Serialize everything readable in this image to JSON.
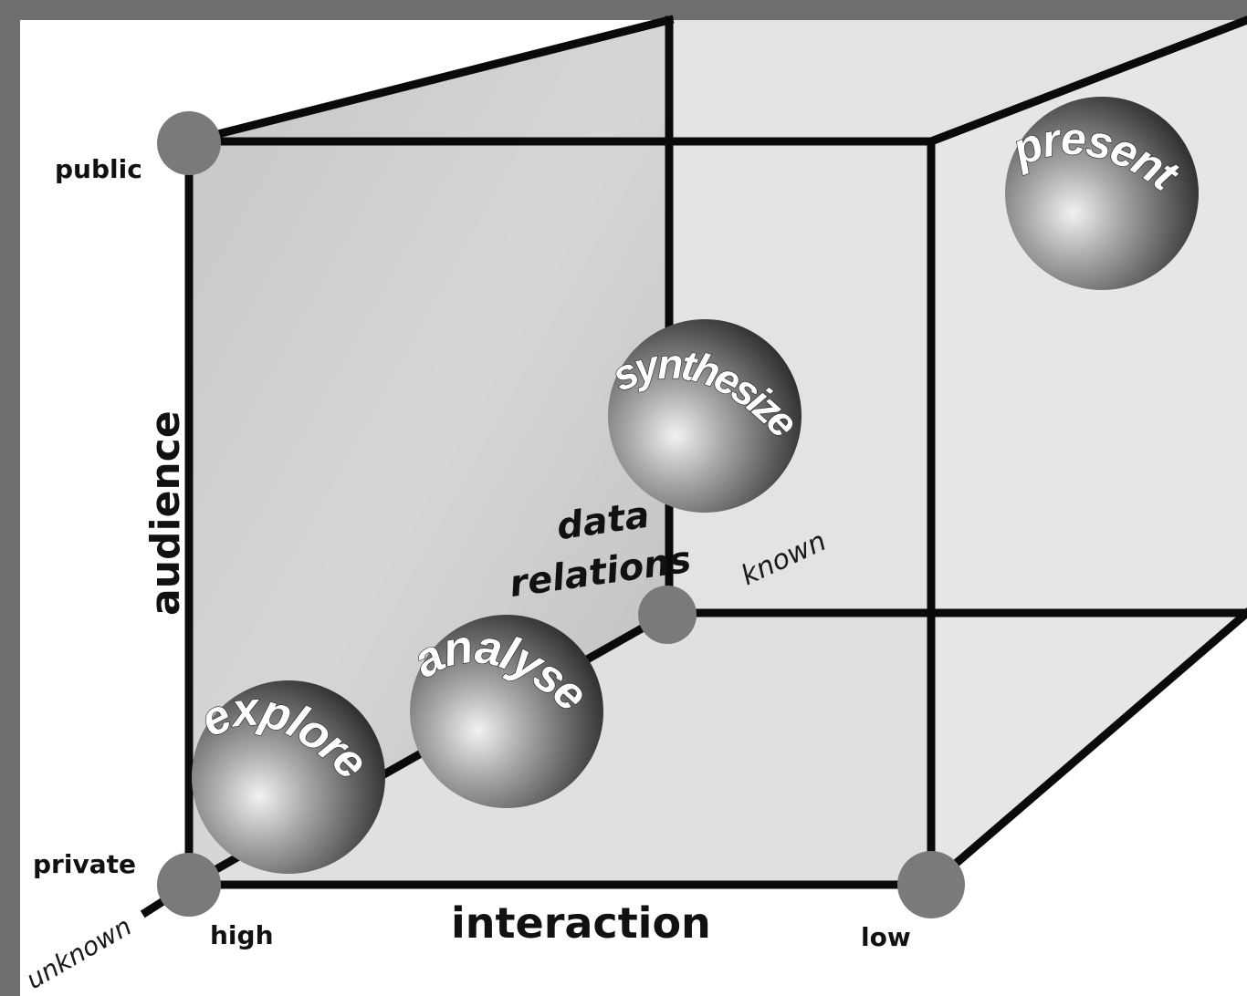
{
  "axes": {
    "audience": {
      "title": "audience",
      "high_label": "public",
      "low_label": "private"
    },
    "interaction": {
      "title": "interaction",
      "start_label": "high",
      "end_label": "low"
    },
    "data_relations": {
      "title_line1": "data",
      "title_line2": "relations",
      "near_label": "unknown",
      "far_label": "known"
    }
  },
  "spheres": [
    {
      "name": "explore",
      "label": "explore"
    },
    {
      "name": "analyse",
      "label": "analyse"
    },
    {
      "name": "synthesize",
      "label": "synthesize"
    },
    {
      "name": "present",
      "label": "present"
    }
  ],
  "colors": {
    "frame": "#6e6e6e",
    "edge": "#0a0a0a",
    "node": "#7a7a7a",
    "face_left": "#c8c8c8",
    "face_back": "#e3e3e3"
  }
}
